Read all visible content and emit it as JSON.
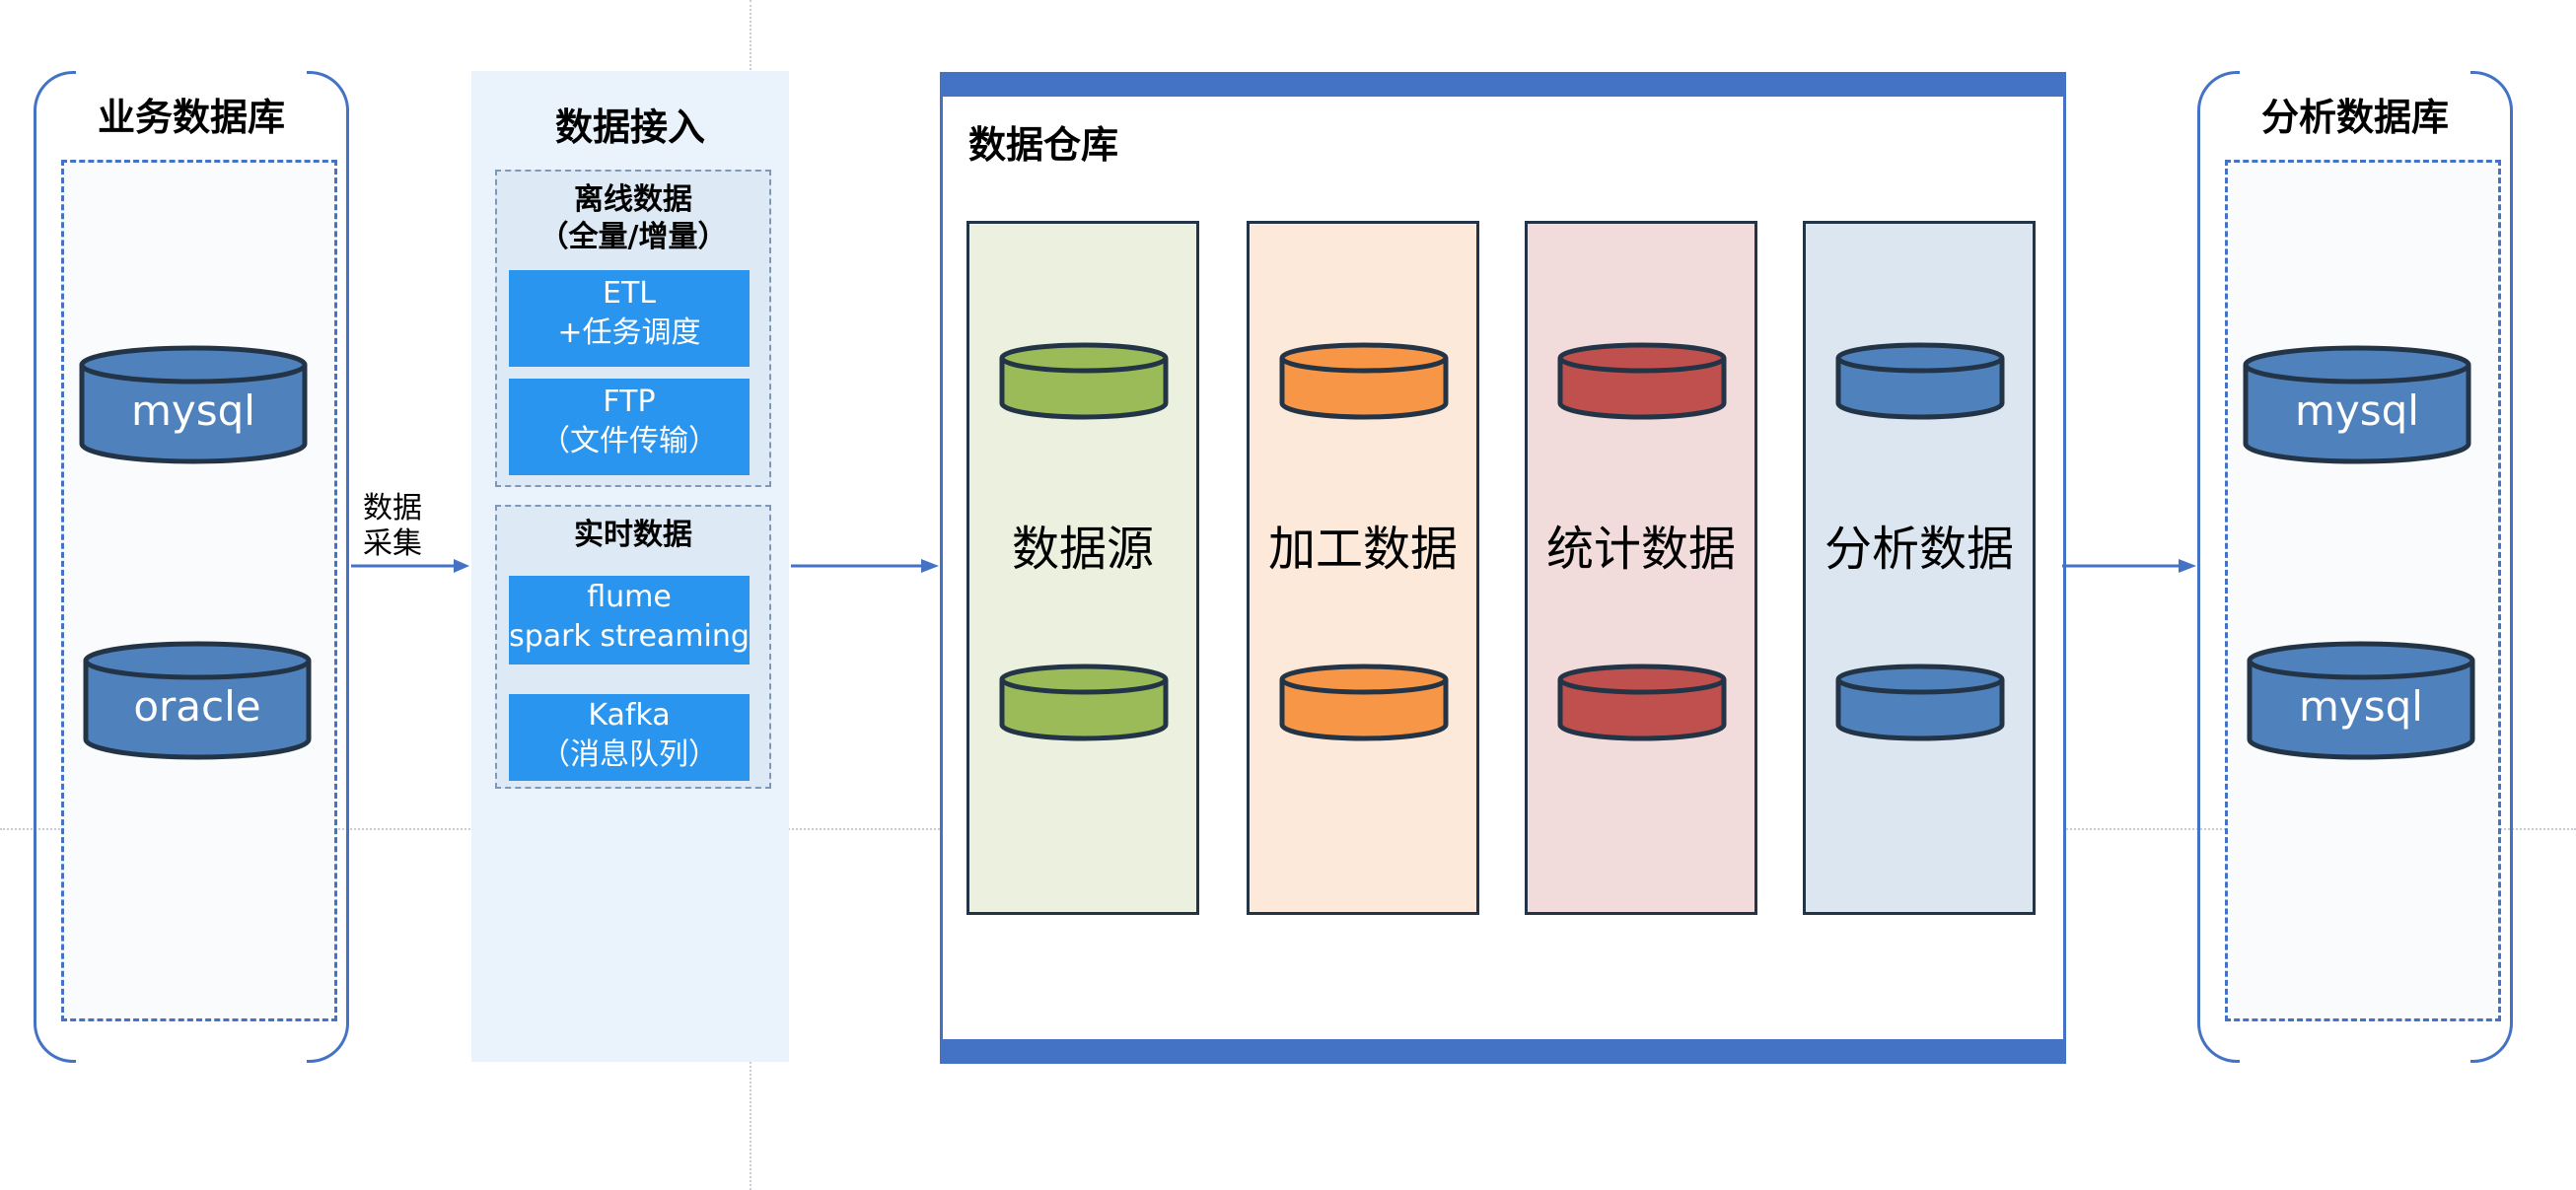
{
  "colors": {
    "accent": "#4472c4",
    "green": "#9bbb59",
    "orange": "#f79646",
    "red": "#c0504d",
    "blue": "#4f81bd",
    "ingest_btn": "#2a95ef"
  },
  "source_db": {
    "title": "业务数据库",
    "items": [
      "mysql",
      "oracle"
    ]
  },
  "collect_label": [
    "数据",
    "采集"
  ],
  "ingestion": {
    "title": "数据接入",
    "offline": {
      "title_line1": "离线数据",
      "title_line2": "（全量/增量）",
      "boxes": [
        {
          "line1": "ETL",
          "line2": "+任务调度"
        },
        {
          "line1": "FTP",
          "line2": "（文件传输）"
        }
      ]
    },
    "realtime": {
      "title": "实时数据",
      "boxes": [
        {
          "line1": "flume",
          "line2": "spark streaming"
        },
        {
          "line1": "Kafka",
          "line2": "（消息队列）"
        }
      ]
    }
  },
  "warehouse": {
    "title": "数据仓库",
    "layers": [
      "数据源",
      "加工数据",
      "统计数据",
      "分析数据"
    ]
  },
  "target_db": {
    "title": "分析数据库",
    "items": [
      "mysql",
      "mysql"
    ]
  }
}
